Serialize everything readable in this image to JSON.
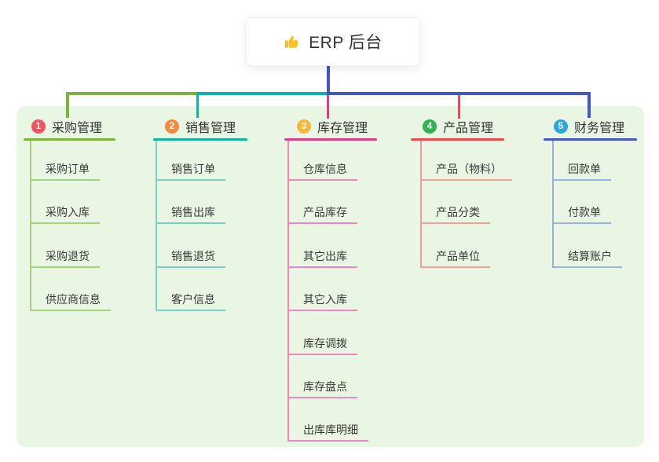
{
  "root": {
    "icon": "thumbs-up-icon",
    "title": "ERP 后台"
  },
  "branches": [
    {
      "number": "1",
      "label": "采购管理",
      "badge_color": "#f2545f",
      "color": "#7cb53e",
      "light_color": "#a6d37e",
      "children": [
        "采购订单",
        "采购入库",
        "采购退货",
        "供应商信息"
      ]
    },
    {
      "number": "2",
      "label": "销售管理",
      "badge_color": "#f6893d",
      "color": "#10b3a6",
      "light_color": "#79d0c6",
      "children": [
        "销售订单",
        "销售出库",
        "销售退货",
        "客户信息"
      ]
    },
    {
      "number": "3",
      "label": "库存管理",
      "badge_color": "#f8b63a",
      "color": "#e23a92",
      "light_color": "#ef86bf",
      "children": [
        "仓库信息",
        "产品库存",
        "其它出库",
        "其它入库",
        "库存调拨",
        "库存盘点",
        "出库库明细"
      ]
    },
    {
      "number": "4",
      "label": "产品管理",
      "badge_color": "#2fb351",
      "color": "#f4484e",
      "light_color": "#f79b9b",
      "children": [
        "产品（物料）",
        "产品分类",
        "产品单位"
      ]
    },
    {
      "number": "5",
      "label": "财务管理",
      "badge_color": "#2ea7dd",
      "color": "#4355c8",
      "light_color": "#9db2e4",
      "children": [
        "回款单",
        "付款单",
        "结算账户"
      ]
    }
  ],
  "colors": {
    "root_connector": "#4355c8",
    "panel_bg": "#e9f6e3",
    "text": "#333333"
  }
}
